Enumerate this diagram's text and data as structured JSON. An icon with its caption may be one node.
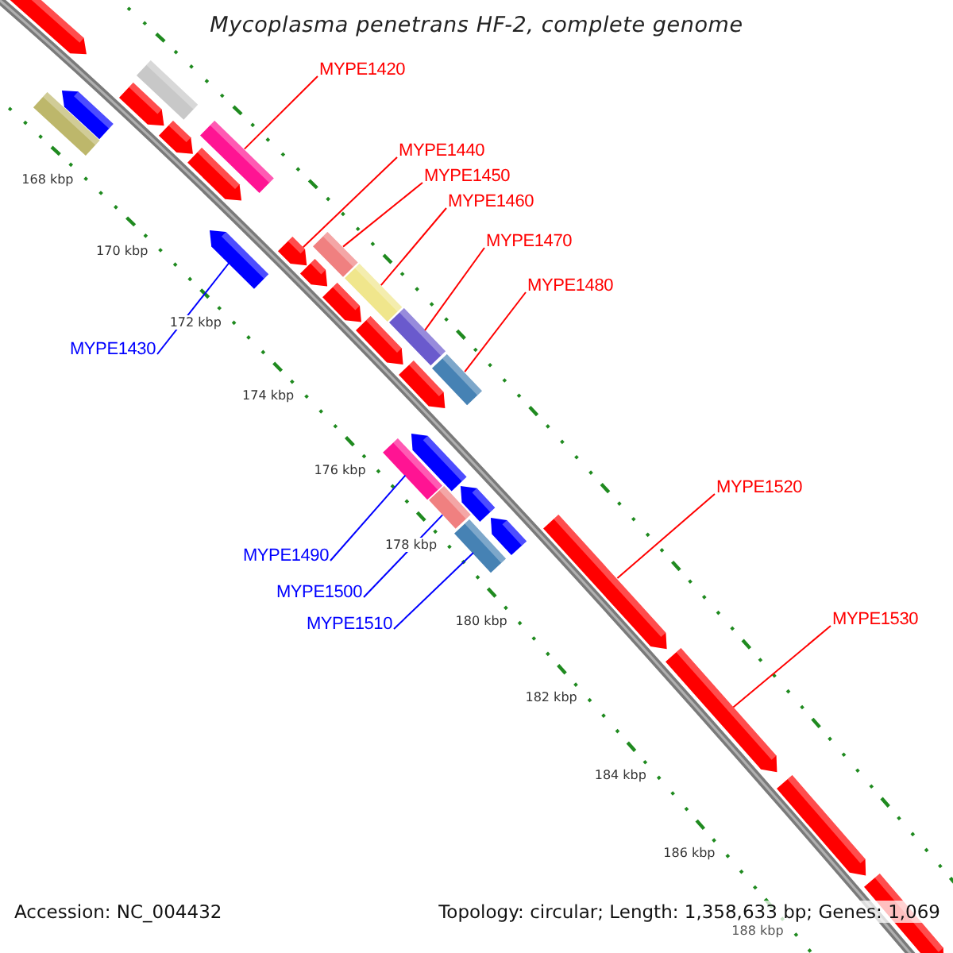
{
  "diagram": {
    "title": "Mycoplasma penetrans HF-2, complete genome",
    "nodes": [
      {
        "text": [
          "MYPE1420"
        ]
      },
      {
        "text": [
          "MYPE1440"
        ]
      },
      {
        "text": [
          "MYPE1450"
        ]
      },
      {
        "text": [
          "MYPE1460"
        ]
      },
      {
        "text": [
          "MYPE1470"
        ]
      },
      {
        "text": [
          "MYPE1480"
        ]
      },
      {
        "text": [
          "MYPE1430"
        ]
      },
      {
        "text": [
          "MYPE1490"
        ]
      },
      {
        "text": [
          "MYPE1500"
        ]
      },
      {
        "text": [
          "MYPE1510"
        ]
      },
      {
        "text": [
          "MYPE1520"
        ]
      },
      {
        "text": [
          "MYPE1530"
        ]
      },
      {
        "text": [],
        "shape": "arrow"
      },
      {
        "text": [],
        "shape": "bar"
      },
      {
        "text": [],
        "shape": "arrow"
      },
      {
        "text": [],
        "shape": "arrow"
      },
      {
        "text": [],
        "shape": "bar"
      },
      {
        "text": [],
        "shape": "arrow"
      },
      {
        "text": [],
        "shape": "bar"
      },
      {
        "text": [],
        "shape": "arrow"
      },
      {
        "text": [],
        "shape": "arrow"
      },
      {
        "text": [],
        "shape": "arrow"
      },
      {
        "text": [],
        "shape": "bar"
      },
      {
        "text": [],
        "shape": "arrow"
      },
      {
        "text": [],
        "shape": "arrow"
      },
      {
        "text": [],
        "shape": "bar"
      },
      {
        "text": [],
        "shape": "arrow"
      },
      {
        "text": [],
        "shape": "bar"
      },
      {
        "text": [],
        "shape": "arrow"
      },
      {
        "text": [],
        "shape": "bar"
      },
      {
        "text": [],
        "shape": "bar"
      },
      {
        "text": [],
        "shape": "arrow"
      },
      {
        "text": [],
        "shape": "bar"
      },
      {
        "text": [],
        "shape": "arrow"
      },
      {
        "text": [],
        "shape": "bar"
      },
      {
        "text": [],
        "shape": "arrow"
      },
      {
        "text": [],
        "shape": "arrow"
      },
      {
        "text": [],
        "shape": "arrow"
      },
      {
        "text": [],
        "shape": "arrow"
      },
      {
        "text": [],
        "shape": "arrow"
      }
    ],
    "edges": [
      {
        "from": 0,
        "to": 18,
        "arrow": "none"
      },
      {
        "from": 1,
        "to": 21,
        "arrow": "none"
      },
      {
        "from": 2,
        "to": 22,
        "arrow": "none"
      },
      {
        "from": 3,
        "to": 25,
        "arrow": "none"
      },
      {
        "from": 4,
        "to": 27,
        "arrow": "none"
      },
      {
        "from": 5,
        "to": 29,
        "arrow": "none"
      },
      {
        "from": 6,
        "to": 20,
        "arrow": "none",
        "color": "#0000ff"
      },
      {
        "from": 7,
        "to": 30,
        "arrow": "none",
        "color": "#0000ff"
      },
      {
        "from": 8,
        "to": 32,
        "arrow": "none",
        "color": "#0000ff"
      },
      {
        "from": 9,
        "to": 34,
        "arrow": "none",
        "color": "#0000ff"
      },
      {
        "from": 10,
        "to": 36,
        "arrow": "none"
      },
      {
        "from": 11,
        "to": 37,
        "arrow": "none"
      }
    ],
    "labels": [
      "168 kbp",
      "170 kbp",
      "172 kbp",
      "174 kbp",
      "176 kbp",
      "178 kbp",
      "180 kbp",
      "182 kbp",
      "184 kbp",
      "186 kbp",
      "188 kbp",
      "Accession: NC_004432",
      "Topology: circular; Length: 1,358,633 bp; Genes: 1,069"
    ]
  }
}
